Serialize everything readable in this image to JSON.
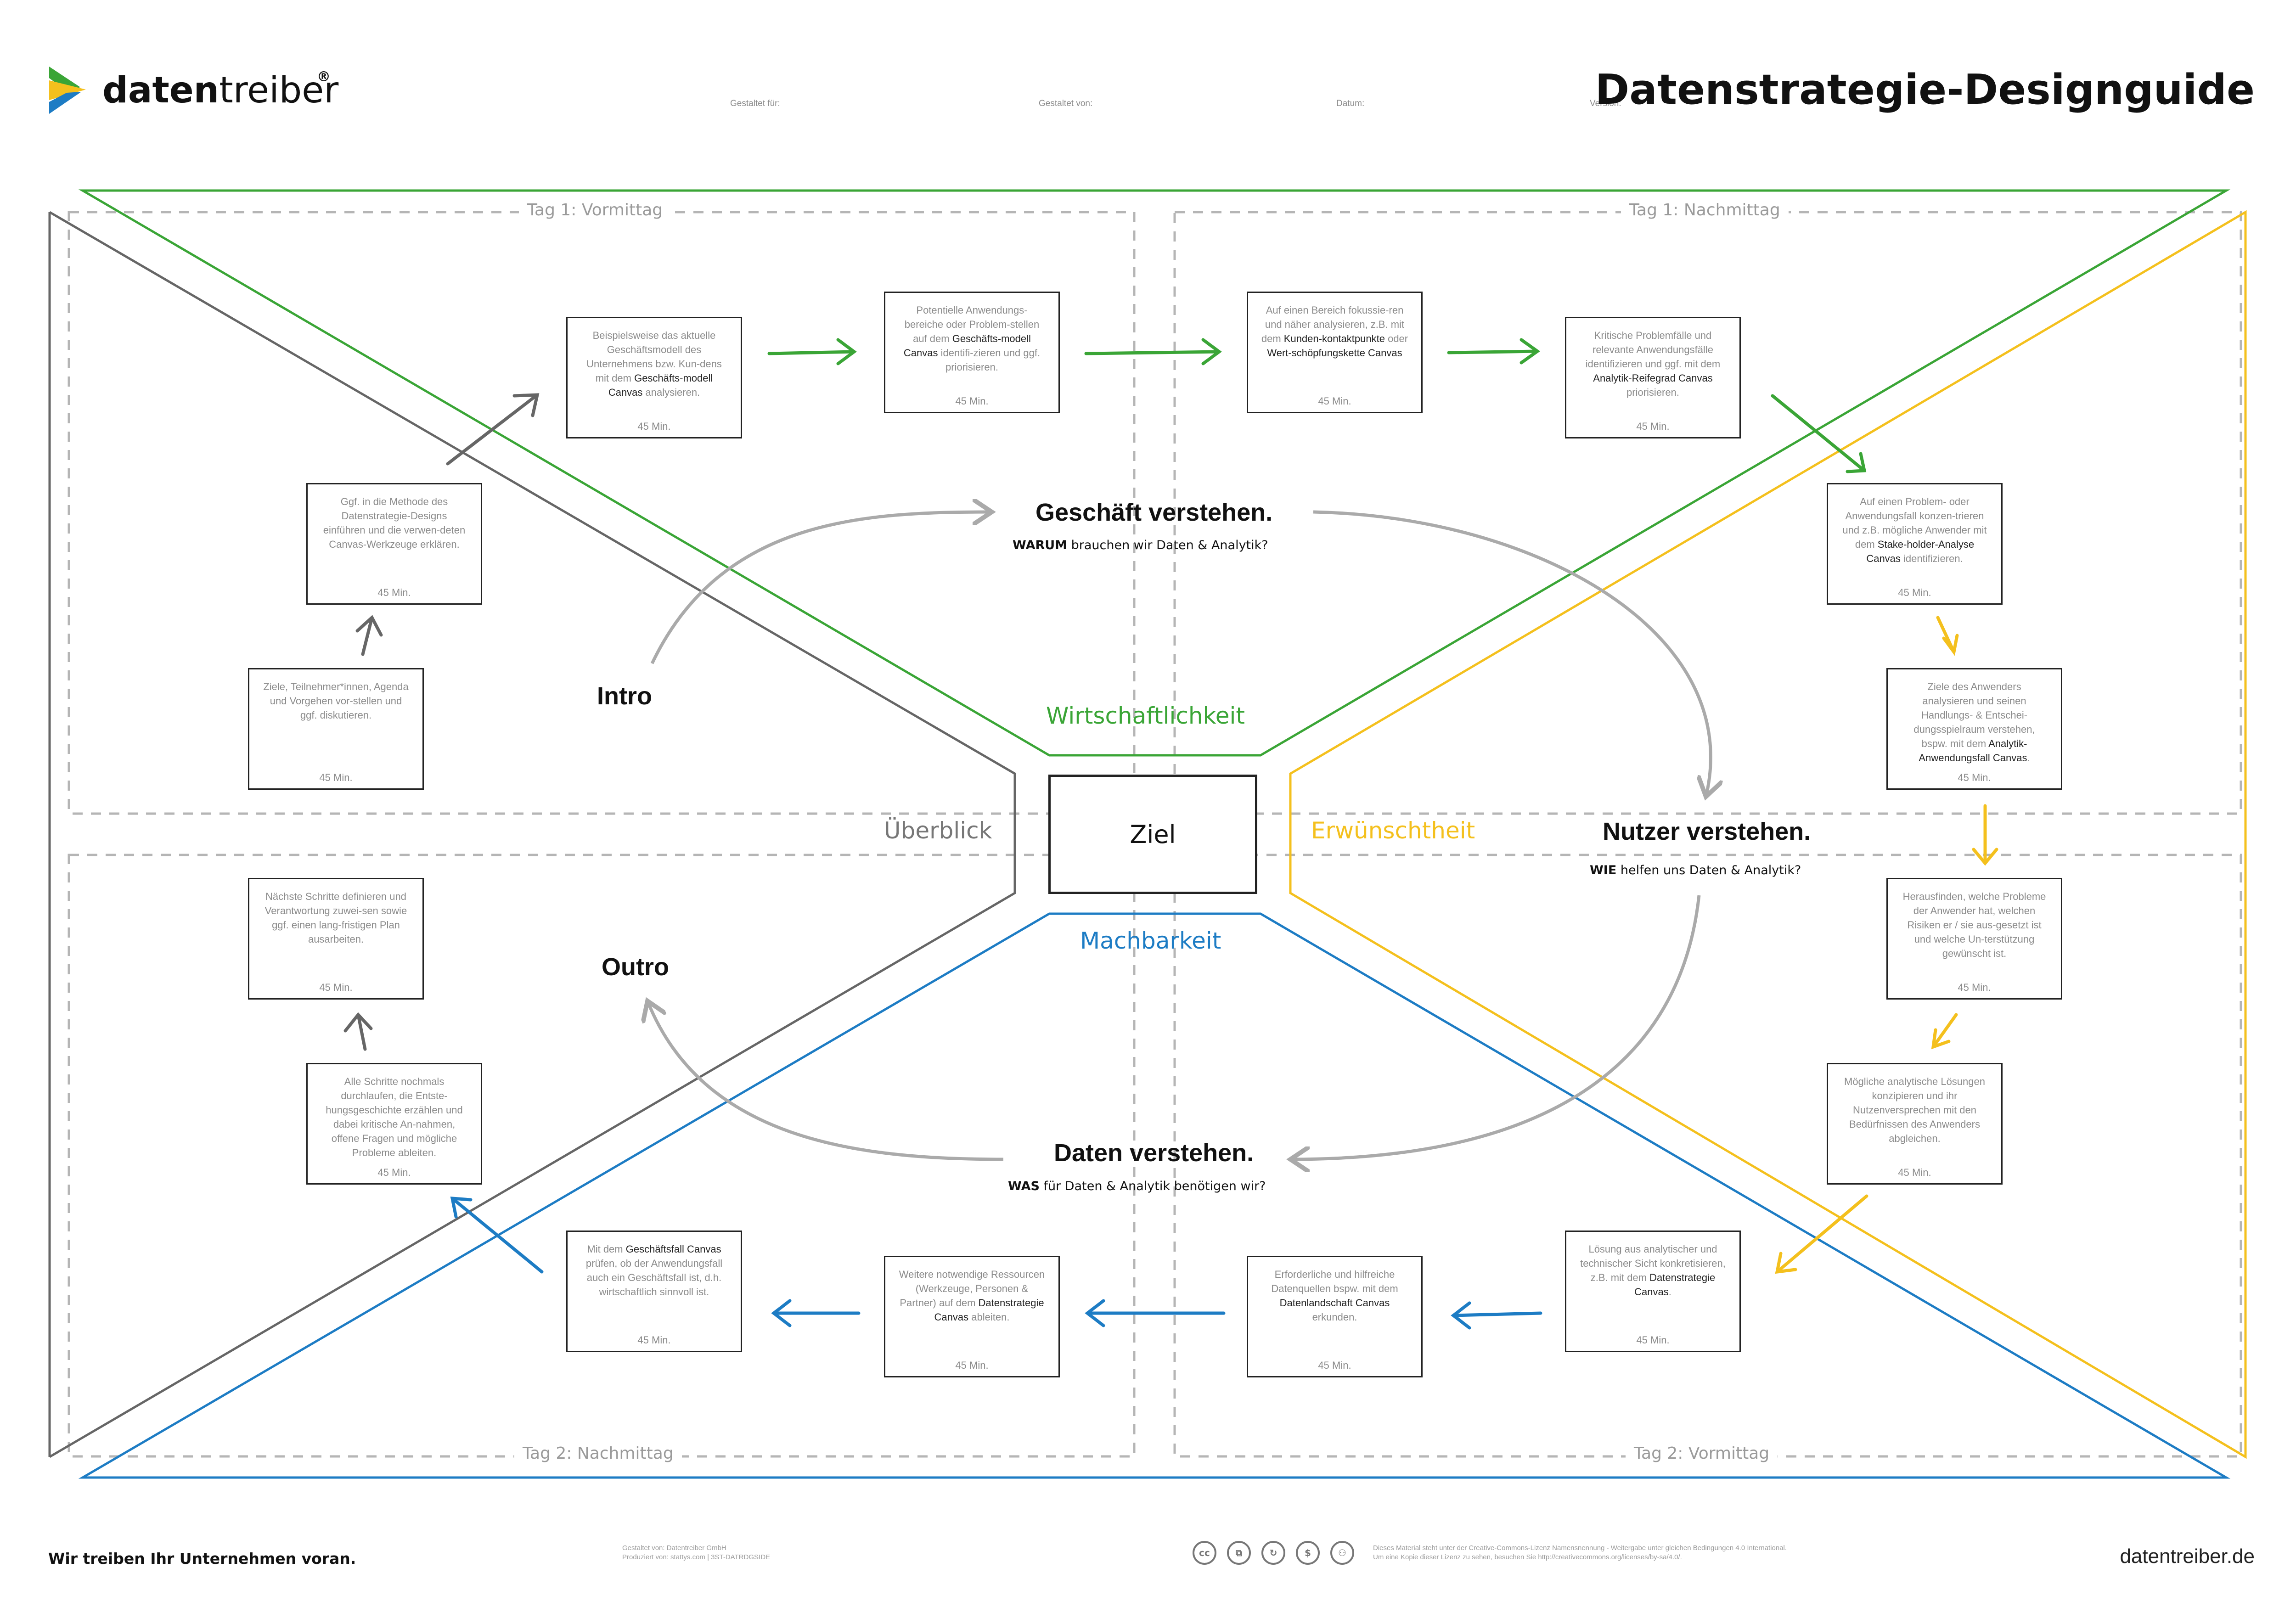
{
  "header": {
    "brand_light": "daten",
    "brand_bold": "treiber",
    "brand_mark": "®",
    "title": "Datenstrategie-Designguide",
    "fields": [
      "Gestaltet für:",
      "Gestaltet von:",
      "Datum:",
      "Version:"
    ]
  },
  "days": {
    "d1_morning": "Tag 1: Vormittag",
    "d1_afternoon": "Tag 1: Nachmittag",
    "d2_afternoon": "Tag 2: Nachmittag",
    "d2_morning": "Tag 2: Vormittag"
  },
  "center": {
    "goal": "Ziel",
    "dim_top": "Wirtschaftlichkeit",
    "dim_left": "Überblick",
    "dim_right": "Erwünschtheit",
    "dim_bottom": "Machbarkeit"
  },
  "phases": {
    "intro": "Intro",
    "outro": "Outro",
    "business_title": "Geschäft verstehen.",
    "business_q_bold": "WARUM",
    "business_q_rest": " brauchen wir Daten & Analytik?",
    "users_title": "Nutzer verstehen.",
    "users_q_bold": "WIE",
    "users_q_rest": " helfen uns Daten & Analytik?",
    "data_title": "Daten verstehen.",
    "data_q_bold": "WAS",
    "data_q_rest": " für Daten & Analytik benötigen wir?"
  },
  "steps": {
    "s1": {
      "text": "Ziele, Teilnehmer*innen, Agenda und Vorgehen vor-stellen und ggf. diskutieren.",
      "duration": "45 Min."
    },
    "s2": {
      "text": "Ggf. in die Methode des Datenstrategie-Designs einführen und die verwen-deten Canvas-Werkzeuge erklären.",
      "duration": "45 Min."
    },
    "s3": {
      "pre": "Beispielsweise das aktuelle Geschäftsmodell des Unternehmens bzw. Kun-dens mit dem ",
      "bold": "Geschäfts-modell Canvas",
      "post": " analysieren.",
      "duration": "45 Min."
    },
    "s4": {
      "pre": "Potentielle Anwendungs-bereiche oder Problem-stellen auf dem ",
      "bold": "Geschäfts-modell Canvas",
      "post": " identifi-zieren und ggf. priorisieren.",
      "duration": "45 Min."
    },
    "s5": {
      "pre": "Auf einen Bereich fokussie-ren und näher analysieren, z.B. mit dem ",
      "bold": "Kunden-kontaktpunkte",
      "mid": " oder ",
      "bold2": "Wert-schöpfungskette Canvas",
      "post": "",
      "duration": "45 Min."
    },
    "s6": {
      "pre": "Kritische Problemfälle und relevante Anwendungsfälle identifizieren und ggf. mit dem ",
      "bold": "Analytik-Reifegrad Canvas",
      "post": " priorisieren.",
      "duration": "45 Min."
    },
    "s7": {
      "pre": "Auf einen Problem- oder Anwendungsfall konzen-trieren und z.B. mögliche Anwender mit dem ",
      "bold": "Stake-holder-Analyse Canvas",
      "post": " identifizieren.",
      "duration": "45 Min."
    },
    "s8": {
      "pre": "Ziele des Anwenders analysieren und seinen Handlungs- & Entschei-dungsspielraum verstehen, bspw. mit dem ",
      "bold": "Analytik-Anwendungsfall Canvas",
      "post": ".",
      "duration": "45 Min."
    },
    "s9": {
      "text": "Herausfinden, welche Probleme der Anwender hat, welchen Risiken er / sie aus-gesetzt ist und welche Un-terstützung gewünscht ist.",
      "duration": "45 Min."
    },
    "s10": {
      "text": "Mögliche analytische Lösungen konzipieren und ihr Nutzenversprechen mit den Bedürfnissen des Anwenders abgleichen.",
      "duration": "45 Min."
    },
    "s11": {
      "pre": "Lösung aus analytischer und technischer Sicht konkretisieren, z.B. mit dem ",
      "bold": "Datenstrategie Canvas",
      "post": ".",
      "duration": "45 Min."
    },
    "s12": {
      "pre": "Erforderliche und hilfreiche Datenquellen bspw. mit dem ",
      "bold": "Datenlandschaft Canvas",
      "post": " erkunden.",
      "duration": "45 Min."
    },
    "s13": {
      "pre": "Weitere notwendige Ressourcen (Werkzeuge, Personen & Partner) auf dem ",
      "bold": "Datenstrategie Canvas",
      "post": " ableiten.",
      "duration": "45 Min."
    },
    "s14": {
      "pre": "Mit dem ",
      "bold": "Geschäftsfall Canvas",
      "post": " prüfen, ob der Anwendungsfall auch ein Geschäftsfall ist, d.h. wirtschaftlich sinnvoll ist.",
      "duration": "45 Min."
    },
    "s15": {
      "text": "Alle Schritte nochmals durchlaufen, die Entste-hungsgeschichte erzählen und dabei kritische An-nahmen, offene Fragen und mögliche Probleme ableiten.",
      "duration": "45 Min."
    },
    "s16": {
      "text": "Nächste Schritte definieren und Verantwortung zuwei-sen sowie ggf. einen lang-fristigen Plan ausarbeiten.",
      "duration": "45 Min."
    }
  },
  "footer": {
    "slogan": "Wir treiben Ihr Unternehmen voran.",
    "credit_1": "Gestaltet von: Datentreiber GmbH",
    "credit_2": "Produziert von: stattys.com | 3ST-DATRDGSIDE",
    "license_1": "Dieses Material steht unter der Creative-Commons-Lizenz Namensnennung - Weitergabe unter gleichen Bedingungen 4.0 International.",
    "license_2": "Um eine Kopie dieser Lizenz zu sehen, besuchen Sie http://creativecommons.org/licenses/by-sa/4.0/.",
    "website": "datentreiber.de",
    "cc_icons": [
      "cc-icon",
      "share-icon",
      "reuse-icon",
      "commercial-icon",
      "by-icon"
    ]
  },
  "colors": {
    "green": "#3aa536",
    "yellow": "#f4c01d",
    "blue": "#1d7cc4",
    "gray": "#666666",
    "light_gray": "#aaaaaa"
  }
}
